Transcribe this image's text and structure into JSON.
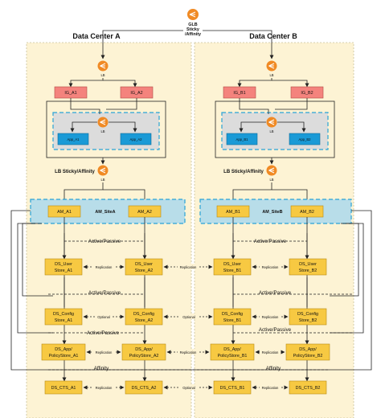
{
  "glb": {
    "label_line1": "GLB",
    "label_line2": "Sticky",
    "label_line3": "/Affinity"
  },
  "datacenters": [
    {
      "title": "Data Center A"
    },
    {
      "title": "Data Center B"
    }
  ],
  "site_a": {
    "lb_top": "LB",
    "ig": [
      "IG_A1",
      "IG_A2"
    ],
    "lb_mid": "LB",
    "apps": [
      "App_A1",
      "App_A2"
    ],
    "lb_sticky": "LB Sticky/Affinity",
    "lb_sticky_sub": "LB",
    "am": [
      "AM_A1",
      "AM_A2"
    ],
    "am_site": "AM_SiteA",
    "user": [
      [
        "DS_User",
        "Store_A1"
      ],
      [
        "DS_User",
        "Store_A2"
      ]
    ],
    "config": [
      [
        "DS_Config",
        "Store_A1"
      ],
      [
        "DS_Config",
        "Store_A2"
      ]
    ],
    "app": [
      [
        "DS_App/",
        "PolicyStore_A1"
      ],
      [
        "DS_App/",
        "PolicyStore_A2"
      ]
    ],
    "cts": [
      "DS_CTS_A1",
      "DS_CTS_A2"
    ]
  },
  "site_b": {
    "lb_top": "LB",
    "ig": [
      "IG_B1",
      "IG_B2"
    ],
    "lb_mid": "LB",
    "apps": [
      "App_B1",
      "App_B2"
    ],
    "lb_sticky": "LB Sticky/Affinity",
    "lb_sticky_sub": "LB",
    "am": [
      "AM_B1",
      "AM_B2"
    ],
    "am_site": "AM_SiteB",
    "user": [
      [
        "DS_User",
        "Store_B1"
      ],
      [
        "DS_User",
        "Store_B2"
      ]
    ],
    "config": [
      [
        "DS_Config",
        "Store_B1"
      ],
      [
        "DS_Config",
        "Store_B2"
      ]
    ],
    "app": [
      [
        "DS_App/",
        "PolicyStore_B1"
      ],
      [
        "DS_App/",
        "PolicyStore_B2"
      ]
    ],
    "cts": [
      "DS_CTS_B1",
      "DS_CTS_B2"
    ]
  },
  "edges": {
    "active_passive": "Active/Passive",
    "replication": "Replication",
    "optional": "Optional",
    "affinity": "Affinity"
  },
  "colors": {
    "dc_fill": "#fdf3d4",
    "ig_fill": "#f4837d",
    "app_fill": "#1a9ad6",
    "am_fill": "#f7c942",
    "ds_fill": "#f7c942",
    "site_fill": "#b8dde9",
    "site_border": "#29a3d6",
    "lb_zone_fill": "#dcdcdc",
    "lb_icon": "#f08a24"
  }
}
